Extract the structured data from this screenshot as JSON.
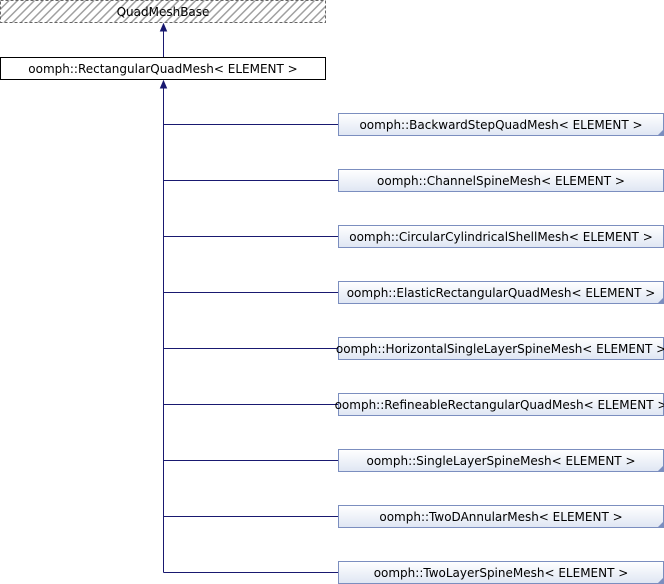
{
  "diagram": {
    "base": {
      "label": "QuadMeshBase",
      "style": "external-hatched"
    },
    "parent": {
      "label": "oomph::RectangularQuadMesh< ELEMENT >"
    },
    "children": [
      {
        "label": "oomph::BackwardStepQuadMesh< ELEMENT >",
        "has_more": true
      },
      {
        "label": "oomph::ChannelSpineMesh< ELEMENT >",
        "has_more": false
      },
      {
        "label": "oomph::CircularCylindricalShellMesh< ELEMENT >",
        "has_more": false
      },
      {
        "label": "oomph::ElasticRectangularQuadMesh< ELEMENT >",
        "has_more": true
      },
      {
        "label": "oomph::HorizontalSingleLayerSpineMesh< ELEMENT >",
        "has_more": false
      },
      {
        "label": "oomph::RefineableRectangularQuadMesh< ELEMENT >",
        "has_more": false
      },
      {
        "label": "oomph::SingleLayerSpineMesh< ELEMENT >",
        "has_more": true
      },
      {
        "label": "oomph::TwoDAnnularMesh< ELEMENT >",
        "has_more": true
      },
      {
        "label": "oomph::TwoLayerSpineMesh< ELEMENT >",
        "has_more": true
      }
    ],
    "colors": {
      "edge": "#191970",
      "node_fill_top": "#ffffff",
      "node_fill_bottom": "#dfe6f3",
      "node_border": "#7b8ebf",
      "parent_border": "#000000",
      "base_hatch": "#a0a0a0",
      "base_border": "#666666"
    }
  }
}
